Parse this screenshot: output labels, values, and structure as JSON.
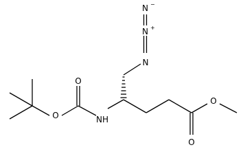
{
  "molecule": {
    "atoms": {
      "azide_n_terminal": "N",
      "azide_n_central": "N",
      "azide_n_central_charge": "+",
      "azide_n_terminal_charge": "−",
      "azide_n_attached": "N",
      "carbamate_nh": "NH",
      "carbamate_carbonyl_o": "O",
      "carbamate_ester_o": "O",
      "ester_ether_o": "O",
      "ester_carbonyl_o": "O"
    }
  }
}
